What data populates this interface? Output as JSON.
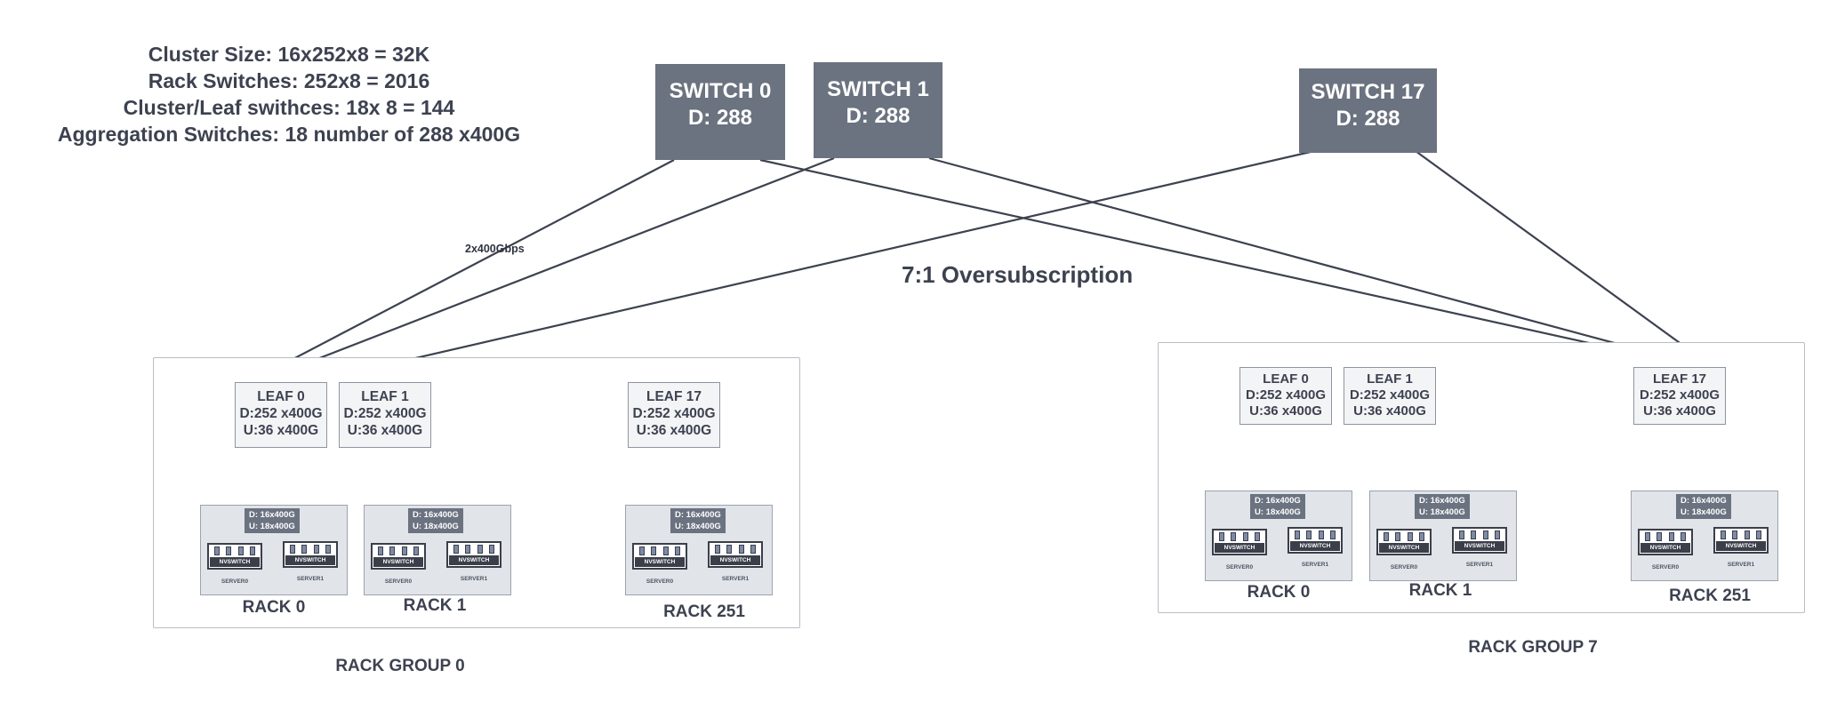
{
  "summary": {
    "line1": "Cluster Size: 16x252x8 = 32K",
    "line2": "Rack Switches: 252x8 =  2016",
    "line3": "Cluster/Leaf swithces: 18x 8 = 144",
    "line4": "Aggregation Switches: 18 number of 288 x400G"
  },
  "switches": [
    {
      "name": "SWITCH 0",
      "d": "D: 288"
    },
    {
      "name": "SWITCH 1",
      "d": "D: 288"
    },
    {
      "name": "SWITCH 17",
      "d": "D: 288"
    }
  ],
  "link_label": "2x400Gbps",
  "oversubscription": "7:1 Oversubscription",
  "leaf": {
    "names": [
      "LEAF  0",
      "LEAF  1",
      "LEAF  17"
    ],
    "down": "D:252 x400G",
    "up": "U:36 x400G"
  },
  "rack_switch": {
    "down": "D: 16x400G",
    "up": "U: 18x400G"
  },
  "server": {
    "nvswitch": "NVSWITCH",
    "server0": "SERVER0",
    "server1": "SERVER1"
  },
  "racks": [
    "RACK 0",
    "RACK 1",
    "RACK 251"
  ],
  "groups": [
    "RACK GROUP 0",
    "RACK GROUP 7"
  ],
  "colors": {
    "switch": "#6b7280",
    "line": "#3d4250",
    "rack": "#e1e4e8",
    "leaf": "#f3f4f6"
  }
}
